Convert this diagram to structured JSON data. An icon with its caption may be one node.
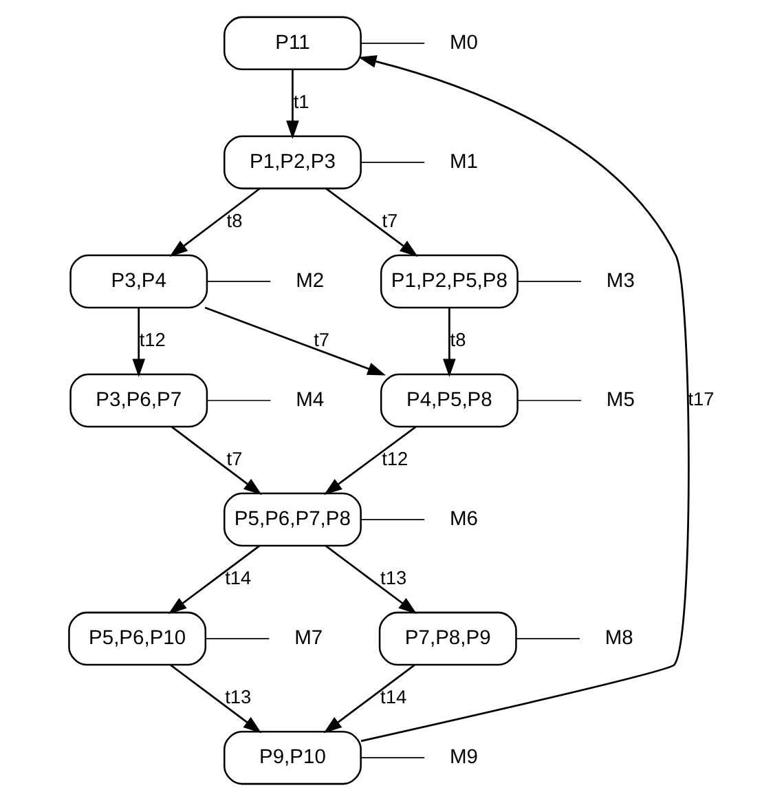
{
  "diagram": {
    "nodes": [
      {
        "text": [
          "P11"
        ]
      },
      {
        "text": [
          "P1,P2,P3"
        ]
      },
      {
        "text": [
          "P3,P4"
        ]
      },
      {
        "text": [
          "P1,P2,P5,P8"
        ]
      },
      {
        "text": [
          "P3,P6,P7"
        ]
      },
      {
        "text": [
          "P4,P5,P8"
        ]
      },
      {
        "text": [
          "P5,P6,P7,P8"
        ]
      },
      {
        "text": [
          "P5,P6,P10"
        ]
      },
      {
        "text": [
          "P7,P8,P9"
        ]
      },
      {
        "text": [
          "P9,P10"
        ]
      },
      {
        "text": [
          "M0"
        ]
      },
      {
        "text": [
          "M1"
        ]
      },
      {
        "text": [
          "M2"
        ]
      },
      {
        "text": [
          "M3"
        ]
      },
      {
        "text": [
          "M4"
        ]
      },
      {
        "text": [
          "M5"
        ]
      },
      {
        "text": [
          "M6"
        ]
      },
      {
        "text": [
          "M7"
        ]
      },
      {
        "text": [
          "M8"
        ]
      },
      {
        "text": [
          "M9"
        ]
      }
    ],
    "edges": [
      {
        "from": 0,
        "to": 1,
        "arrow": "to",
        "label": "t1"
      },
      {
        "from": 1,
        "to": 2,
        "arrow": "to",
        "label": "t8"
      },
      {
        "from": 1,
        "to": 3,
        "arrow": "to",
        "label": "t7"
      },
      {
        "from": 2,
        "to": 4,
        "arrow": "to",
        "label": "t12"
      },
      {
        "from": 2,
        "to": 5,
        "arrow": "to",
        "label": "t7"
      },
      {
        "from": 3,
        "to": 5,
        "arrow": "to",
        "label": "t8"
      },
      {
        "from": 4,
        "to": 6,
        "arrow": "to",
        "label": "t7"
      },
      {
        "from": 5,
        "to": 6,
        "arrow": "to",
        "label": "t12"
      },
      {
        "from": 6,
        "to": 7,
        "arrow": "to",
        "label": "t14"
      },
      {
        "from": 6,
        "to": 8,
        "arrow": "to",
        "label": "t13"
      },
      {
        "from": 7,
        "to": 9,
        "arrow": "to",
        "label": "t13"
      },
      {
        "from": 8,
        "to": 9,
        "arrow": "to",
        "label": "t14"
      },
      {
        "from": 9,
        "to": 0,
        "arrow": "to",
        "label": "t17"
      },
      {
        "from": 10,
        "to": 0,
        "arrow": "none"
      },
      {
        "from": 11,
        "to": 1,
        "arrow": "none"
      },
      {
        "from": 12,
        "to": 2,
        "arrow": "none"
      },
      {
        "from": 13,
        "to": 3,
        "arrow": "none"
      },
      {
        "from": 14,
        "to": 4,
        "arrow": "none"
      },
      {
        "from": 15,
        "to": 5,
        "arrow": "none"
      },
      {
        "from": 16,
        "to": 6,
        "arrow": "none"
      },
      {
        "from": 17,
        "to": 7,
        "arrow": "none"
      },
      {
        "from": 18,
        "to": 8,
        "arrow": "none"
      },
      {
        "from": 19,
        "to": 9,
        "arrow": "none"
      }
    ]
  }
}
